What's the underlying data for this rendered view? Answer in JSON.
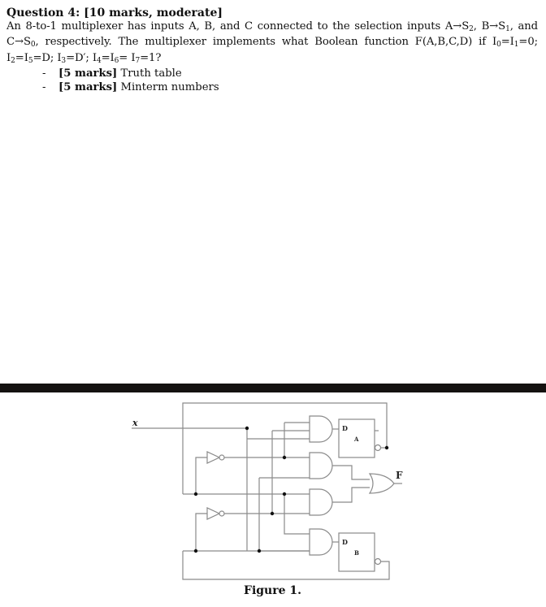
{
  "question": {
    "title": "Question 4: [10 marks, moderate]",
    "body_parts": {
      "p1": "An 8-to-1 multiplexer has inputs A, B, and C connected to the selection inputs A",
      "arrow": "→",
      "s2": "S",
      "s2_sub": "2",
      "p2": ", B",
      "s1": "S",
      "s1_sub": "1",
      "p3": ", and C",
      "s0": "S",
      "s0_sub": "0",
      "p4": ", respectively. The multiplexer implements what Boolean function F(A,B,C,D) if ",
      "i0": "I",
      "i0_sub": "0",
      "eq1": "=",
      "i1": "I",
      "i1_sub": "1",
      "v1": "=0; ",
      "i2": "I",
      "i2_sub": "2",
      "eq2": "=",
      "i5": "I",
      "i5_sub": "5",
      "v2": "=D; ",
      "i3": "I",
      "i3_sub": "3",
      "v3": "=D′; ",
      "i4": "I",
      "i4_sub": "4",
      "eq4": "=",
      "i6": "I",
      "i6_sub": "6",
      "eq6": "= ",
      "i7": "I",
      "i7_sub": "7",
      "v4": "=1?"
    },
    "parts": [
      {
        "dash": "-",
        "marks": "[5 marks]",
        "label": " Truth table"
      },
      {
        "dash": "-",
        "marks": "[5 marks]",
        "label": " Minterm numbers"
      }
    ]
  },
  "figure": {
    "input_label": "x",
    "output_label": "F",
    "flipflop_a": {
      "d_label": "D",
      "name": "A"
    },
    "flipflop_b": {
      "d_label": "D",
      "name": "B"
    },
    "caption": "Figure 1."
  }
}
